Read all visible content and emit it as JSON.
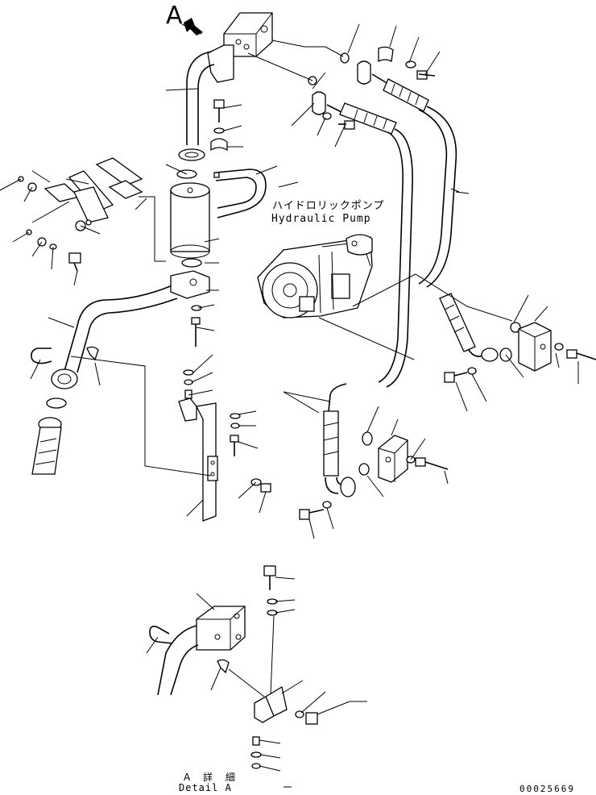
{
  "view_marker": "A",
  "pump_label_jp": "ハイドロリックポンプ",
  "pump_label_en": "Hydraulic Pump",
  "detail_label_jp": "A 詳 細",
  "detail_label_en": "Detail A",
  "drawing_number": "00025669"
}
